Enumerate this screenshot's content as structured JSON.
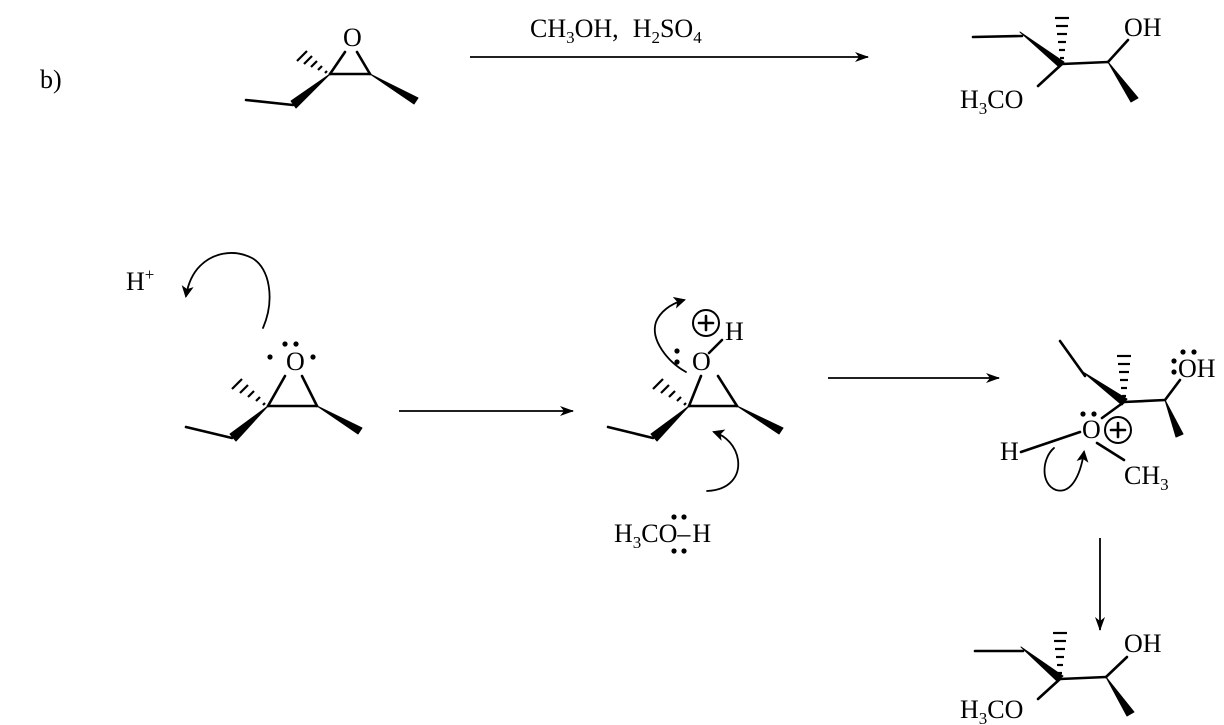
{
  "part_label": "b)",
  "conditions": {
    "reagent1": "CH",
    "reagent1_sub": "3",
    "reagent1_tail": "OH,",
    "reagent2": "H",
    "reagent2_sub": "2",
    "reagent2_tail": "SO",
    "reagent2_sub2": "4"
  },
  "atoms": {
    "oxygen": "O",
    "hydroxyl": "OH",
    "methoxy": "H",
    "methoxy_sub": "3",
    "methoxy_tail": "CO",
    "proton": "H",
    "proton_charge": "+",
    "hydrogen": "H",
    "methanol": "H",
    "methanol_sub": "3",
    "methanol_mid": "C",
    "methanol_o": "O",
    "methanol_bond": "–",
    "methanol_h": "H",
    "methyl": "CH",
    "methyl_sub": "3"
  },
  "colors": {
    "ink": "#000000",
    "paper": "#ffffff"
  }
}
